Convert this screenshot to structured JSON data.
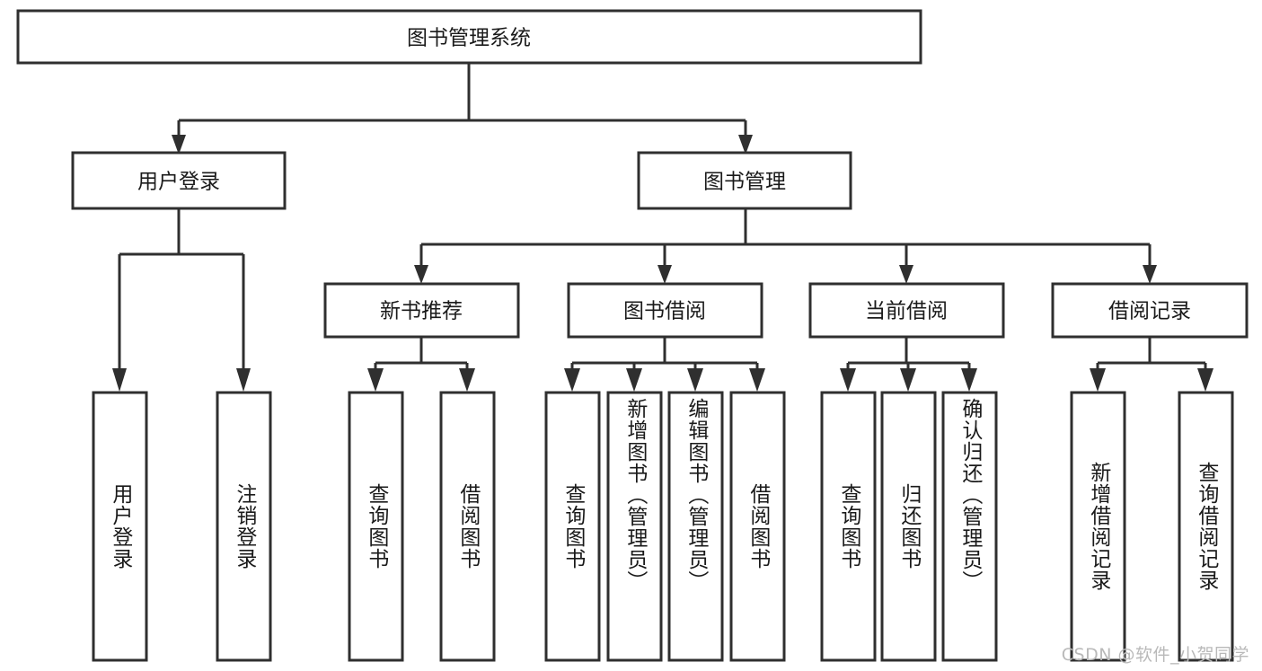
{
  "diagram": {
    "title": "图书管理系统",
    "watermark": "CSDN @软件_小贺同学",
    "root": {
      "label": "图书管理系统"
    },
    "level2": [
      {
        "label": "用户登录"
      },
      {
        "label": "图书管理"
      }
    ],
    "level3": [
      {
        "label": "新书推荐"
      },
      {
        "label": "图书借阅"
      },
      {
        "label": "当前借阅"
      },
      {
        "label": "借阅记录"
      }
    ],
    "leaves": {
      "user_login": [
        {
          "label": "用户登录"
        },
        {
          "label": "注销登录"
        }
      ],
      "new_book": [
        {
          "label": "查询图书"
        },
        {
          "label": "借阅图书"
        }
      ],
      "book_borrow": [
        {
          "label": "查询图书"
        },
        {
          "label": "新增图书（管理员）"
        },
        {
          "label": "编辑图书（管理员）"
        },
        {
          "label": "借阅图书"
        }
      ],
      "current_borrow": [
        {
          "label": "查询图书"
        },
        {
          "label": "归还图书"
        },
        {
          "label": "确认归还（管理员）"
        }
      ],
      "borrow_record": [
        {
          "label": "新增借阅记录"
        },
        {
          "label": "查询借阅记录"
        }
      ]
    },
    "colors": {
      "stroke": "#2f2f2f",
      "fill": "#ffffff",
      "text": "#1a1a1a",
      "watermark": "#b9b9b9"
    }
  }
}
